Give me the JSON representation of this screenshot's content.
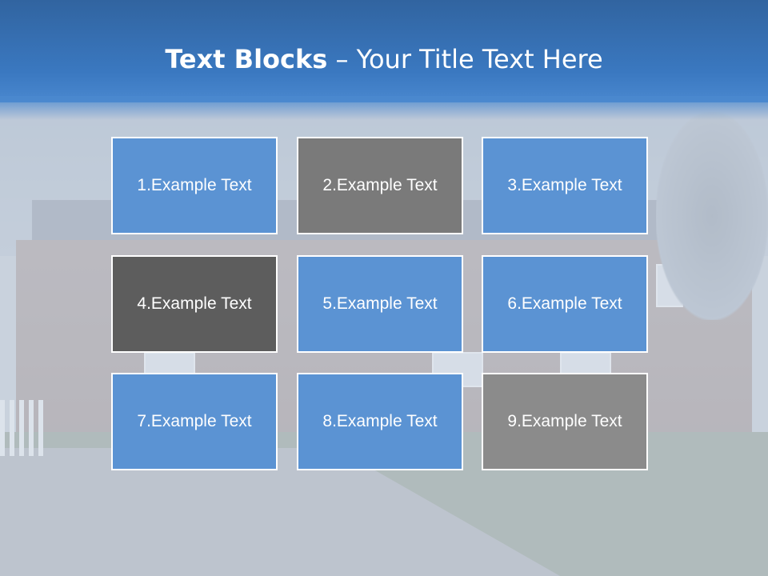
{
  "title": {
    "bold": "Text Blocks",
    "dash": " – ",
    "rest": "Your Title Text Here"
  },
  "blocks": [
    {
      "label": "1.Example Text",
      "color": "#5b93d3"
    },
    {
      "label": "2.Example Text",
      "color": "#7a7a7a"
    },
    {
      "label": "3.Example Text",
      "color": "#5b93d3"
    },
    {
      "label": "4.Example Text",
      "color": "#5d5d5d"
    },
    {
      "label": "5.Example Text",
      "color": "#5b93d3"
    },
    {
      "label": "6.Example Text",
      "color": "#5b93d3"
    },
    {
      "label": "7.Example Text",
      "color": "#5b93d3"
    },
    {
      "label": "8.Example Text",
      "color": "#5b93d3"
    },
    {
      "label": "9.Example Text",
      "color": "#8b8b8b"
    }
  ],
  "colors": {
    "header": "#3a78c0",
    "accent_blue": "#5b93d3"
  }
}
